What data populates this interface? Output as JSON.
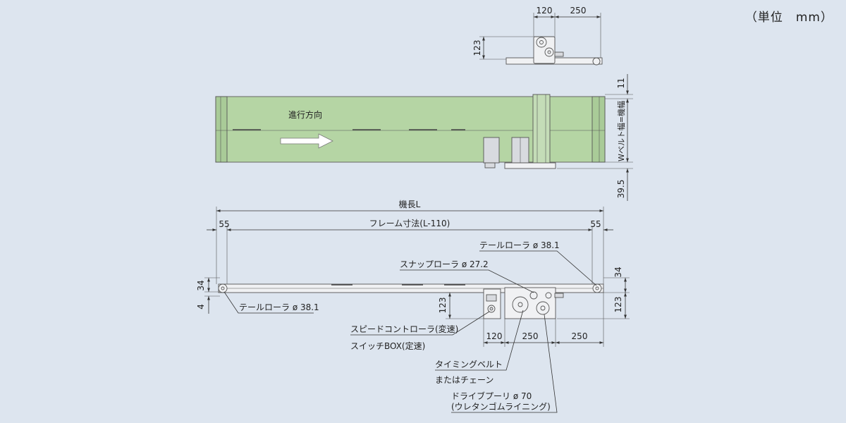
{
  "unit_label": "（単位　mm）",
  "direction_label": "進行方向",
  "top_view_dims": {
    "dim_120": "120",
    "dim_250": "250",
    "dim_123": "123"
  },
  "plan_view_dims": {
    "dim_11": "11",
    "width_label": "Wベルト幅=機幅",
    "dim_39_5": "39.5"
  },
  "side_view_dims": {
    "machine_length": "機長L",
    "frame_length": "フレーム寸法(L-110)",
    "dim_55_left": "55",
    "dim_55_right": "55",
    "dim_34_left": "34",
    "dim_4_left": "4",
    "dim_34_right": "34",
    "dim_123_right": "123",
    "dim_123_box": "123",
    "dim_120_bottom": "120",
    "dim_250_bottom_a": "250",
    "dim_250_bottom_b": "250"
  },
  "callouts": {
    "tail_roller_right": "テールローラ ø 38.1",
    "snap_roller": "スナップローラ ø 27.2",
    "tail_roller_left": "テールローラ ø 38.1",
    "speed_control_roller": "スピードコントローラ(変速)",
    "switch_box": "スイッチBOX(定速)",
    "timing_belt": "タイミングベルト",
    "or_chain": "またはチェーン",
    "drive_pulley": "ドライブプーリ ø 70",
    "urethane_lining": "(ウレタンゴムライニング)"
  },
  "colors": {
    "background": "#dde5ef",
    "belt": "#b5d5a4",
    "line": "#333333"
  }
}
